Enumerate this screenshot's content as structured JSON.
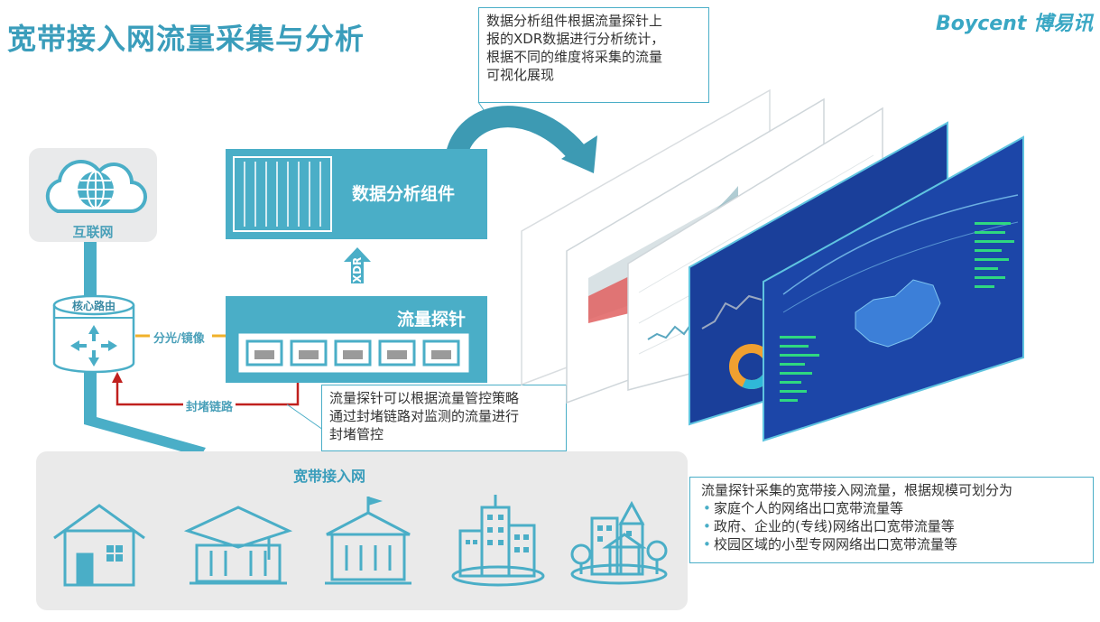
{
  "title": "宽带接入网流量采集与分析",
  "brand": "Boycent 博易讯",
  "internet": {
    "label": "互联网"
  },
  "router": {
    "label": "核心路由"
  },
  "analysis_component": {
    "label": "数据分析组件"
  },
  "probe": {
    "label": "流量探针",
    "port_count": 5
  },
  "xdr_label": "XDR",
  "links": {
    "mirror_label": "分光/镜像",
    "block_label": "封堵链路"
  },
  "access_network": {
    "label": "宽带接入网",
    "icons": [
      "house-icon",
      "school-icon",
      "government-building-icon",
      "office-towers-icon",
      "campus-city-icon"
    ]
  },
  "callouts": {
    "analysis": [
      "数据分析组件根据流量探针上",
      "报的XDR数据进行分析统计，",
      "根据不同的维度将采集的流量",
      "可视化展现"
    ],
    "probe": [
      "流量探针可以根据流量管控策略",
      "通过封堵链路对监测的流量进行",
      "封堵管控"
    ],
    "scale": {
      "intro": "流量探针采集的宽带接入网流量，根据规模可划分为",
      "items": [
        "家庭个人的网络出口宽带流量等",
        "政府、企业的(专线)网络出口宽带流量等",
        "校园区域的小型专网网络出口宽带流量等"
      ]
    }
  },
  "colors": {
    "accent": "#4aaec7",
    "title": "#3a9dbb",
    "block_line": "#c0201e",
    "mirror_line": "#f0b12a",
    "panel": "#eaeaea"
  }
}
